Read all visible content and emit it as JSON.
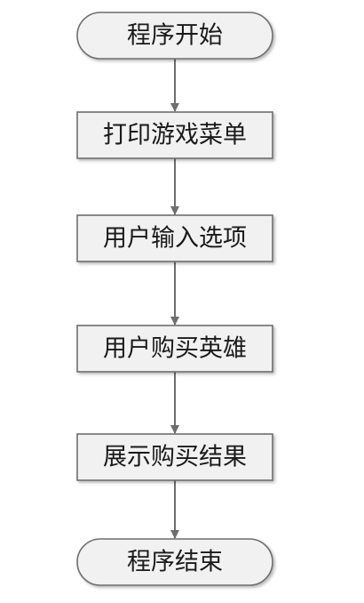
{
  "diagram": {
    "type": "flowchart",
    "direction": "top-to-bottom",
    "colors": {
      "node_fill": "#f1f1f1",
      "node_stroke": "#6e6e6e",
      "arrow": "#6e6e6e",
      "text": "#1a1a1a"
    },
    "nodes": [
      {
        "id": "start",
        "shape": "terminal",
        "label": "程序开始"
      },
      {
        "id": "print_menu",
        "shape": "process",
        "label": "打印游戏菜单"
      },
      {
        "id": "user_input",
        "shape": "process",
        "label": "用户输入选项"
      },
      {
        "id": "buy_hero",
        "shape": "process",
        "label": "用户购买英雄"
      },
      {
        "id": "show_result",
        "shape": "process",
        "label": "展示购买结果"
      },
      {
        "id": "end",
        "shape": "terminal",
        "label": "程序结束"
      }
    ],
    "edges": [
      {
        "from": "start",
        "to": "print_menu"
      },
      {
        "from": "print_menu",
        "to": "user_input"
      },
      {
        "from": "user_input",
        "to": "buy_hero"
      },
      {
        "from": "buy_hero",
        "to": "show_result"
      },
      {
        "from": "show_result",
        "to": "end"
      }
    ]
  }
}
